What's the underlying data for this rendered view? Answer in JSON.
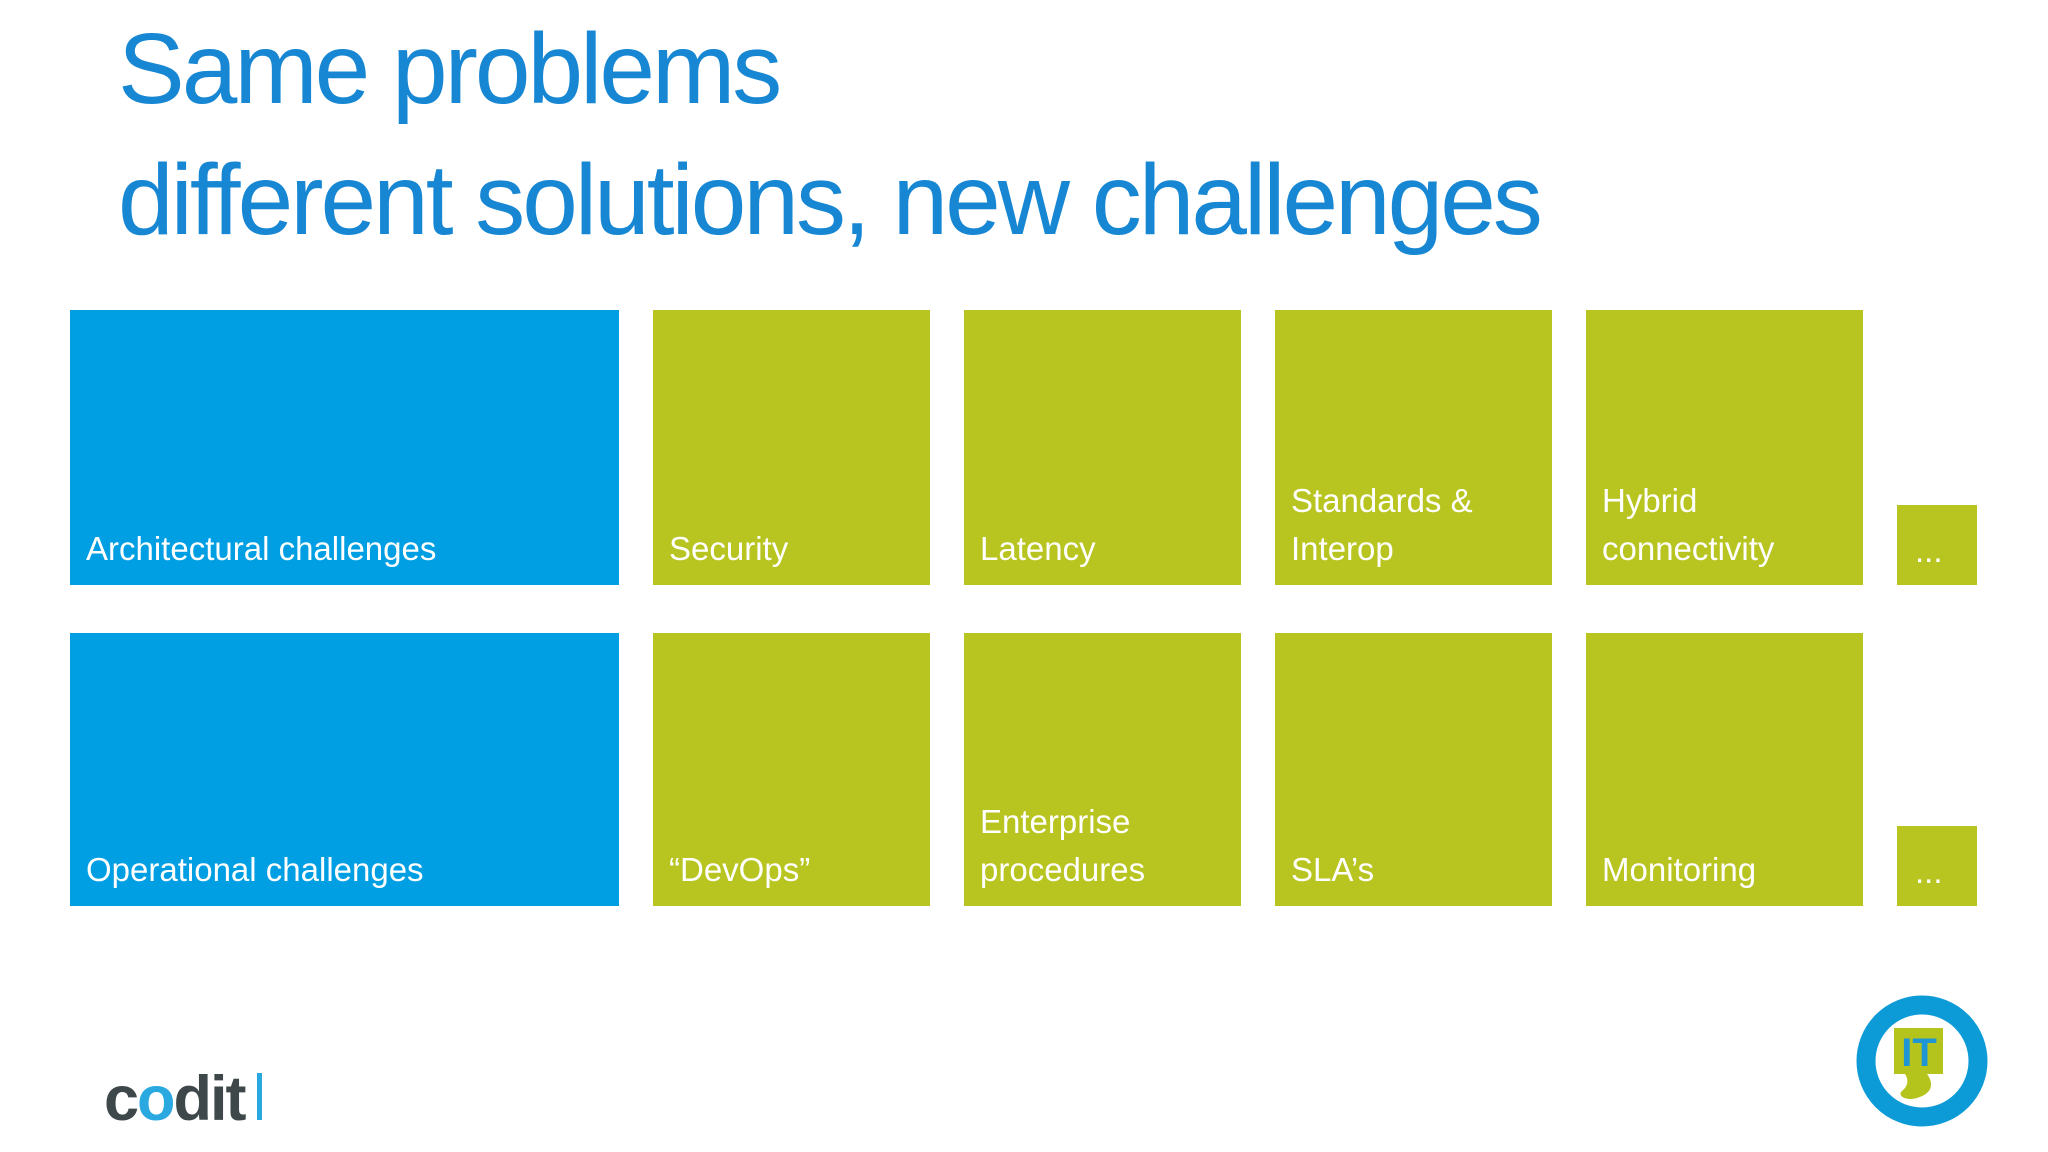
{
  "slide": {
    "title": {
      "line1": "Same problems",
      "line2": "different solutions, new challenges"
    },
    "rows": [
      {
        "category": {
          "label": "Architectural challenges"
        },
        "items": [
          {
            "label": "Security"
          },
          {
            "label": "Latency"
          },
          {
            "label": "Standards & Interop"
          },
          {
            "label": "Hybrid connectivity"
          }
        ],
        "more_label": "..."
      },
      {
        "category": {
          "label": "Operational challenges"
        },
        "items": [
          {
            "label": "“DevOps”"
          },
          {
            "label": "Enterprise procedures"
          },
          {
            "label": "SLA’s"
          },
          {
            "label": "Monitoring"
          }
        ],
        "more_label": "..."
      }
    ],
    "footer": {
      "brand": {
        "part1": "c",
        "part2": "o",
        "part3": "dit"
      },
      "logo_monogram": "IT"
    },
    "colors": {
      "title_blue": "#1787d3",
      "category_blue": "#009fe3",
      "item_green": "#b8c41f",
      "label_white": "#ffffff",
      "brand_gray": "#3e4749",
      "brand_blue": "#29a9e0"
    }
  }
}
